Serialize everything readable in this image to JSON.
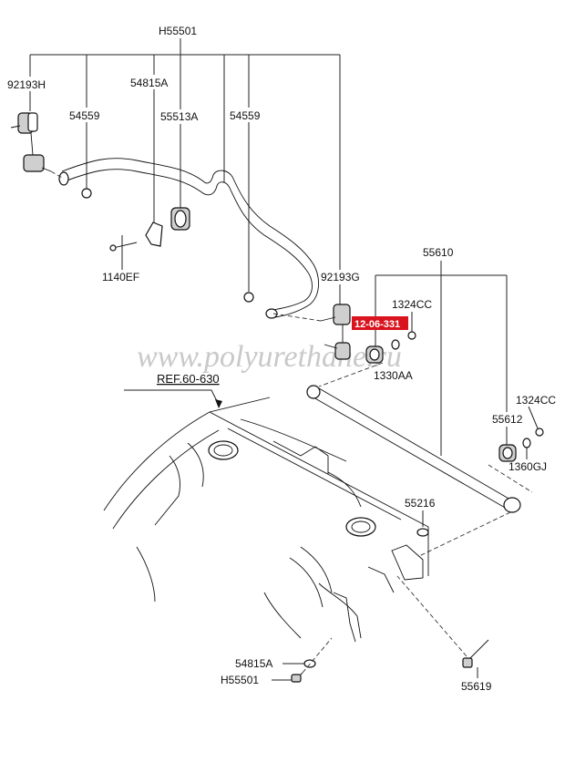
{
  "labels": {
    "H55501_top": "H55501",
    "92193H": "92193H",
    "54815A_top": "54815A",
    "54559_left": "54559",
    "55513A": "55513A",
    "54559_right": "54559",
    "1140EF": "1140EF",
    "92193G": "92193G",
    "55610": "55610",
    "1324CC_upper": "1324CC",
    "1330AA": "1330AA",
    "1324CC_right": "1324CC",
    "55612": "55612",
    "1360GJ": "1360GJ",
    "55216": "55216",
    "54815A_bottom": "54815A",
    "H55501_bottom": "H55501",
    "55619": "55619"
  },
  "highlight": {
    "text": "12-06-331",
    "color": "#d9141e"
  },
  "ref_label": "REF.60-630",
  "watermark": "www.polyurethane.ru"
}
